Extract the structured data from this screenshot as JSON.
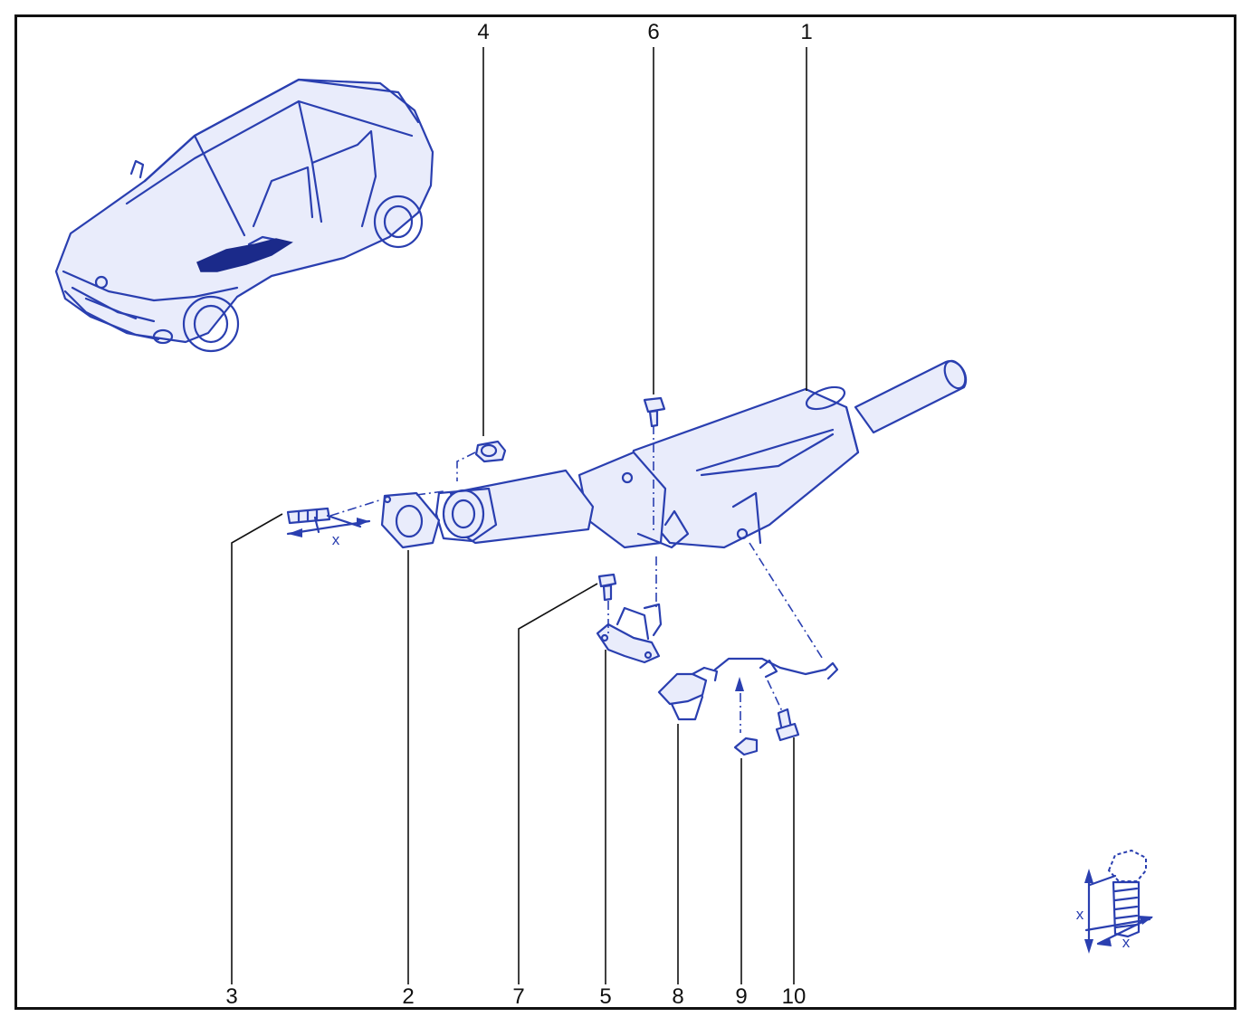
{
  "callouts": [
    {
      "id": "1",
      "label": "1"
    },
    {
      "id": "2",
      "label": "2"
    },
    {
      "id": "3",
      "label": "3"
    },
    {
      "id": "4",
      "label": "4"
    },
    {
      "id": "5",
      "label": "5"
    },
    {
      "id": "6",
      "label": "6"
    },
    {
      "id": "7",
      "label": "7"
    },
    {
      "id": "8",
      "label": "8"
    },
    {
      "id": "9",
      "label": "9"
    },
    {
      "id": "10",
      "label": "10"
    }
  ],
  "dimension_labels": {
    "stud_length": "x",
    "bolt_length_vertical": "x",
    "bolt_length_horizontal": "x"
  },
  "colors": {
    "line_art": "#2a3fb0",
    "line_art_fill": "#e9ecfb",
    "leader_lines": "#111111",
    "highlight": "#1b2a8a"
  },
  "icons": [
    "car-overview-illustration",
    "exhaust-pipe-illustration",
    "bolt-dimension-icon"
  ]
}
